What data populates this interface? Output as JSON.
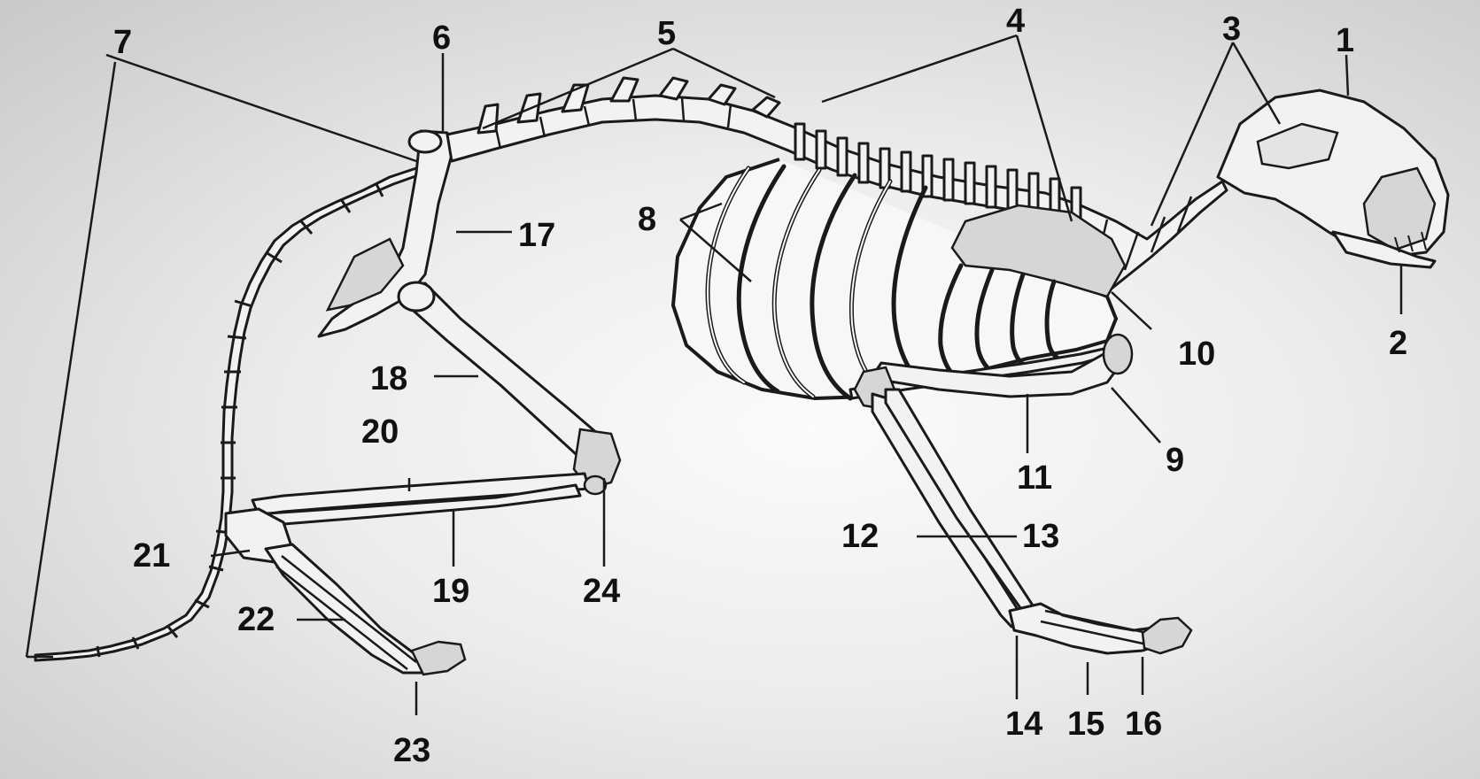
{
  "diagram": {
    "labels": [
      {
        "id": "1",
        "text": "1"
      },
      {
        "id": "2",
        "text": "2"
      },
      {
        "id": "3",
        "text": "3"
      },
      {
        "id": "4",
        "text": "4"
      },
      {
        "id": "5",
        "text": "5"
      },
      {
        "id": "6",
        "text": "6"
      },
      {
        "id": "7",
        "text": "7"
      },
      {
        "id": "8",
        "text": "8"
      },
      {
        "id": "9",
        "text": "9"
      },
      {
        "id": "10",
        "text": "10"
      },
      {
        "id": "11",
        "text": "11"
      },
      {
        "id": "12",
        "text": "12"
      },
      {
        "id": "13",
        "text": "13"
      },
      {
        "id": "14",
        "text": "14"
      },
      {
        "id": "15",
        "text": "15"
      },
      {
        "id": "16",
        "text": "16"
      },
      {
        "id": "17",
        "text": "17"
      },
      {
        "id": "18",
        "text": "18"
      },
      {
        "id": "19",
        "text": "19"
      },
      {
        "id": "20",
        "text": "20"
      },
      {
        "id": "21",
        "text": "21"
      },
      {
        "id": "22",
        "text": "22"
      },
      {
        "id": "23",
        "text": "23"
      },
      {
        "id": "24",
        "text": "24"
      }
    ]
  }
}
